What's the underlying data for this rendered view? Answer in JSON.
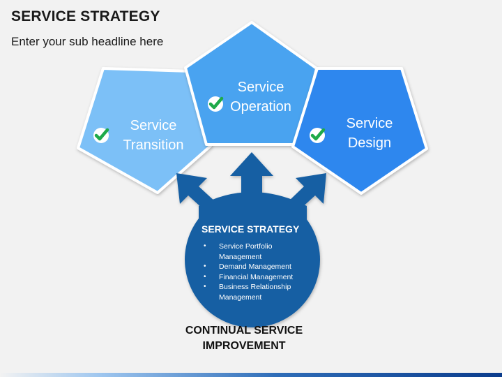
{
  "header": {
    "title": "SERVICE STRATEGY",
    "subtitle": "Enter your sub headline here"
  },
  "pentagons": [
    {
      "id": "transition",
      "line1": "Service",
      "line2": "Transition",
      "color": "#7cc0f7"
    },
    {
      "id": "operation",
      "line1": "Service",
      "line2": "Operation",
      "color": "#4aa3f0"
    },
    {
      "id": "design",
      "line1": "Service",
      "line2": "Design",
      "color": "#2e87ee"
    }
  ],
  "check_color": "#1eaa4a",
  "center": {
    "title": "SERVICE STRATEGY",
    "items": [
      "Service Portfolio Management",
      "Demand Management",
      "Financial Management",
      "Business Relationship Management"
    ],
    "color": "#165fa3"
  },
  "footer": {
    "line1": "CONTINUAL SERVICE",
    "line2": "IMPROVEMENT"
  }
}
